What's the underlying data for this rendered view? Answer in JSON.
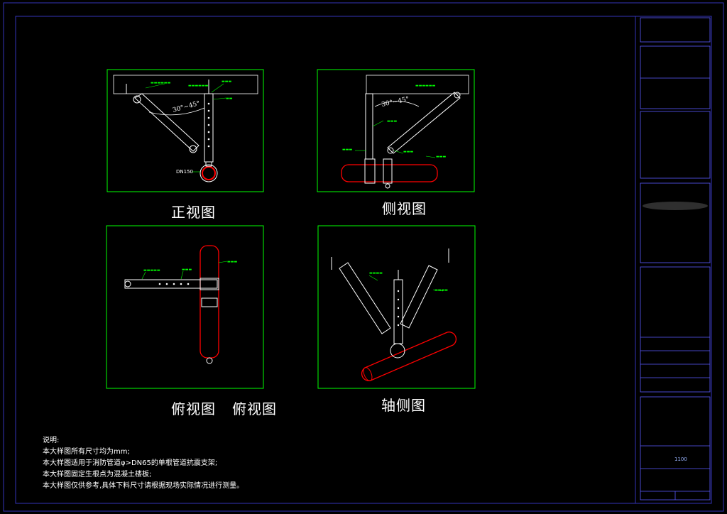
{
  "views": [
    {
      "id": "front",
      "label": "正视图"
    },
    {
      "id": "side",
      "label": "侧视图"
    },
    {
      "id": "top",
      "label": "俯视图"
    },
    {
      "id": "top2",
      "label": "俯视图"
    },
    {
      "id": "axo",
      "label": "轴侧图"
    }
  ],
  "annotations": {
    "angle_front": "30°~45°",
    "angle_side": "30°~45°",
    "pipe_dn": "DN150"
  },
  "notes": [
    "说明:",
    "本大样图所有尺寸均为mm;",
    "本大样图适用于消防管道φ>DN65的单根管道抗震支架;",
    "本大样图固定生根点为混凝土楼板;",
    "本大样图仅供参考,具体下料尺寸请根据现场实际情况进行测量。"
  ],
  "title_block": {
    "scale_value": "1100"
  },
  "colors": {
    "frame": "#3a3ad0",
    "view_box": "#00ff00",
    "pipe": "#ff0000",
    "part": "#ffffff"
  }
}
